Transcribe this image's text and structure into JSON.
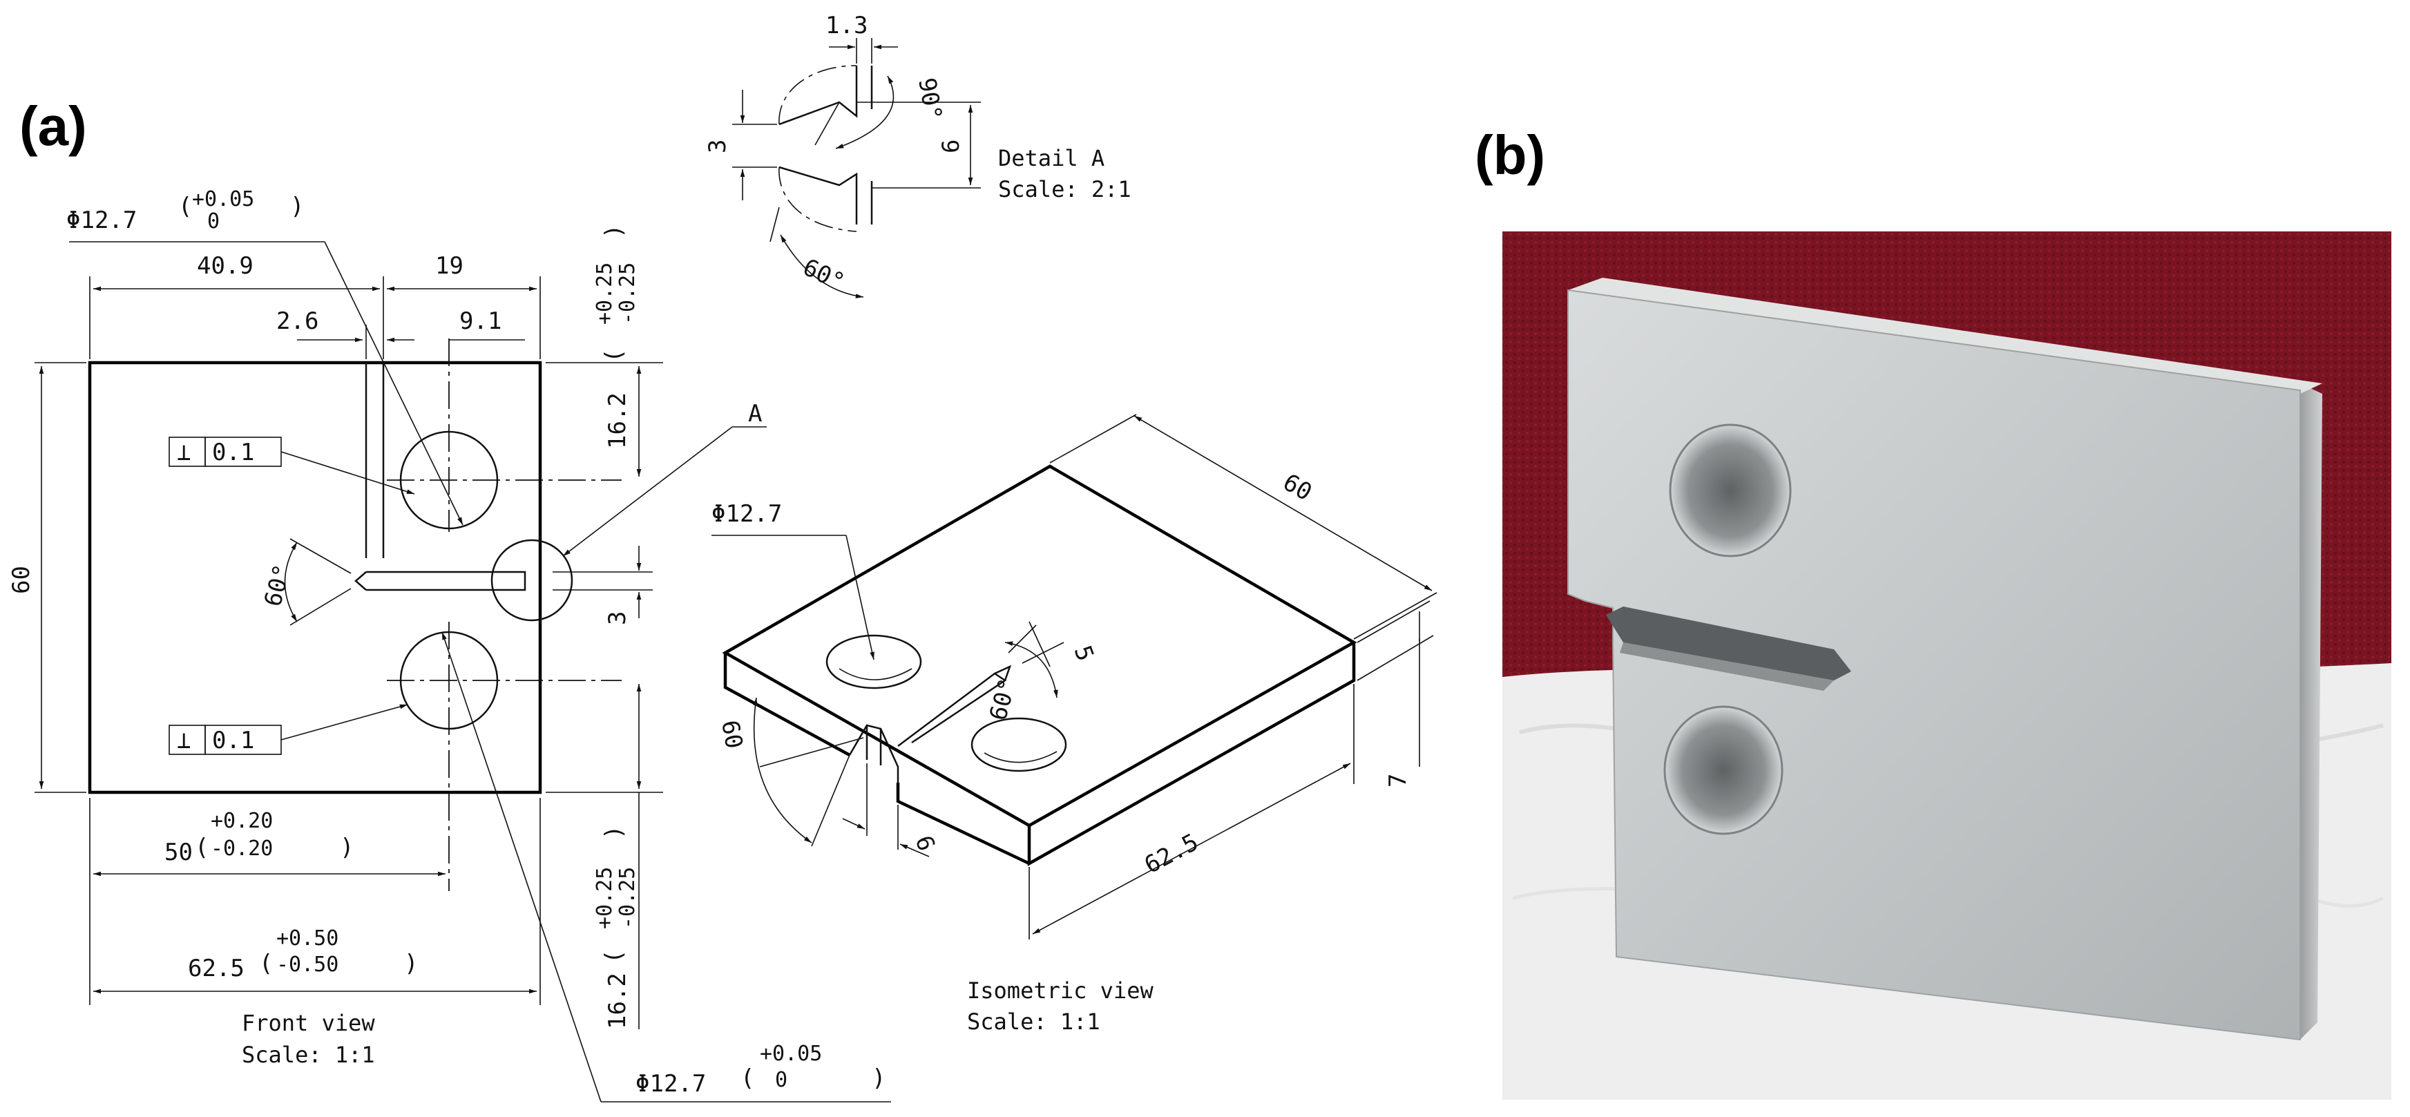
{
  "panels": {
    "a": "(a)",
    "b": "(b)"
  },
  "front_view": {
    "hole_top_label": "Φ12.7",
    "hole_top_tol_upper": "+0.05",
    "hole_top_tol_lower": "0",
    "dim_40_9": "40.9",
    "dim_19": "19",
    "dim_2_6": "2.6",
    "dim_9_1": "9.1",
    "dim_60": "60",
    "dim_60_deg": "60°",
    "perp_symbol": "⊥",
    "perp_top_value": "0.1",
    "perp_bottom_value": "0.1",
    "dim_50": "50",
    "dim_50_tol_upper": "+0.20",
    "dim_50_tol_lower": "-0.20",
    "dim_62_5": "62.5",
    "dim_62_5_tol_upper": "+0.50",
    "dim_62_5_tol_lower": "-0.50",
    "dim_16_2_top": "16.2",
    "dim_16_2_top_tol_upper": "+0.25",
    "dim_16_2_top_tol_lower": "-0.25",
    "dim_16_2_bottom": "16.2",
    "dim_16_2_bottom_tol_upper": "+0.25",
    "dim_16_2_bottom_tol_lower": "-0.25",
    "dim_3": "3",
    "detail_marker": "A",
    "hole_bottom_label": "Φ12.7",
    "hole_bottom_tol_upper": "+0.05",
    "hole_bottom_tol_lower": "0",
    "caption_title": "Front view",
    "caption_scale": "Scale:  1:1"
  },
  "detail_a": {
    "dim_1_3": "1.3",
    "dim_90": "90°",
    "dim_3": "3",
    "dim_6": "6",
    "dim_60": "60°",
    "caption_title": "Detail A",
    "caption_scale": "Scale:  2:1"
  },
  "isometric_view": {
    "hole_label": "Φ12.7",
    "dim_60_top": "60",
    "dim_60_notch": "60",
    "dim_60_deg": "60°",
    "dim_5": "5",
    "dim_6": "6",
    "dim_7": "7",
    "dim_62_5": "62.5",
    "caption_title": "Isometric view",
    "caption_scale": "Scale:  1:1"
  },
  "photo": {
    "backdrop_color": "#7a1422",
    "cloth_color": "#efefef",
    "specimen_color": "#c9cccd"
  }
}
